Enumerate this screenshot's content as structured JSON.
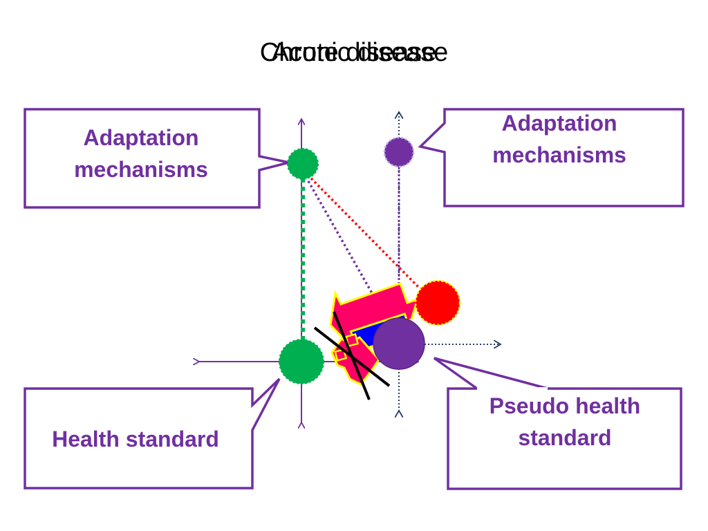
{
  "slide": {
    "title_layer_1": "Chronic disease",
    "title_layer_2": "Acute disease"
  },
  "callouts": {
    "top_left": "Adaptation mechanisms",
    "top_right": "Adaptation mechanisms",
    "bottom_left": "Health standard",
    "bottom_right": "Pseudo health standard"
  },
  "colors": {
    "callout_border": "#7030a0",
    "callout_text": "#7030a0",
    "health_dot": "#00b050",
    "pseudo_dot": "#7030a0",
    "acute_dot": "#ff0000",
    "arrow_fill": "#ff0066",
    "arrow_outline": "#ffff00",
    "inner_block": "#0000ff"
  }
}
